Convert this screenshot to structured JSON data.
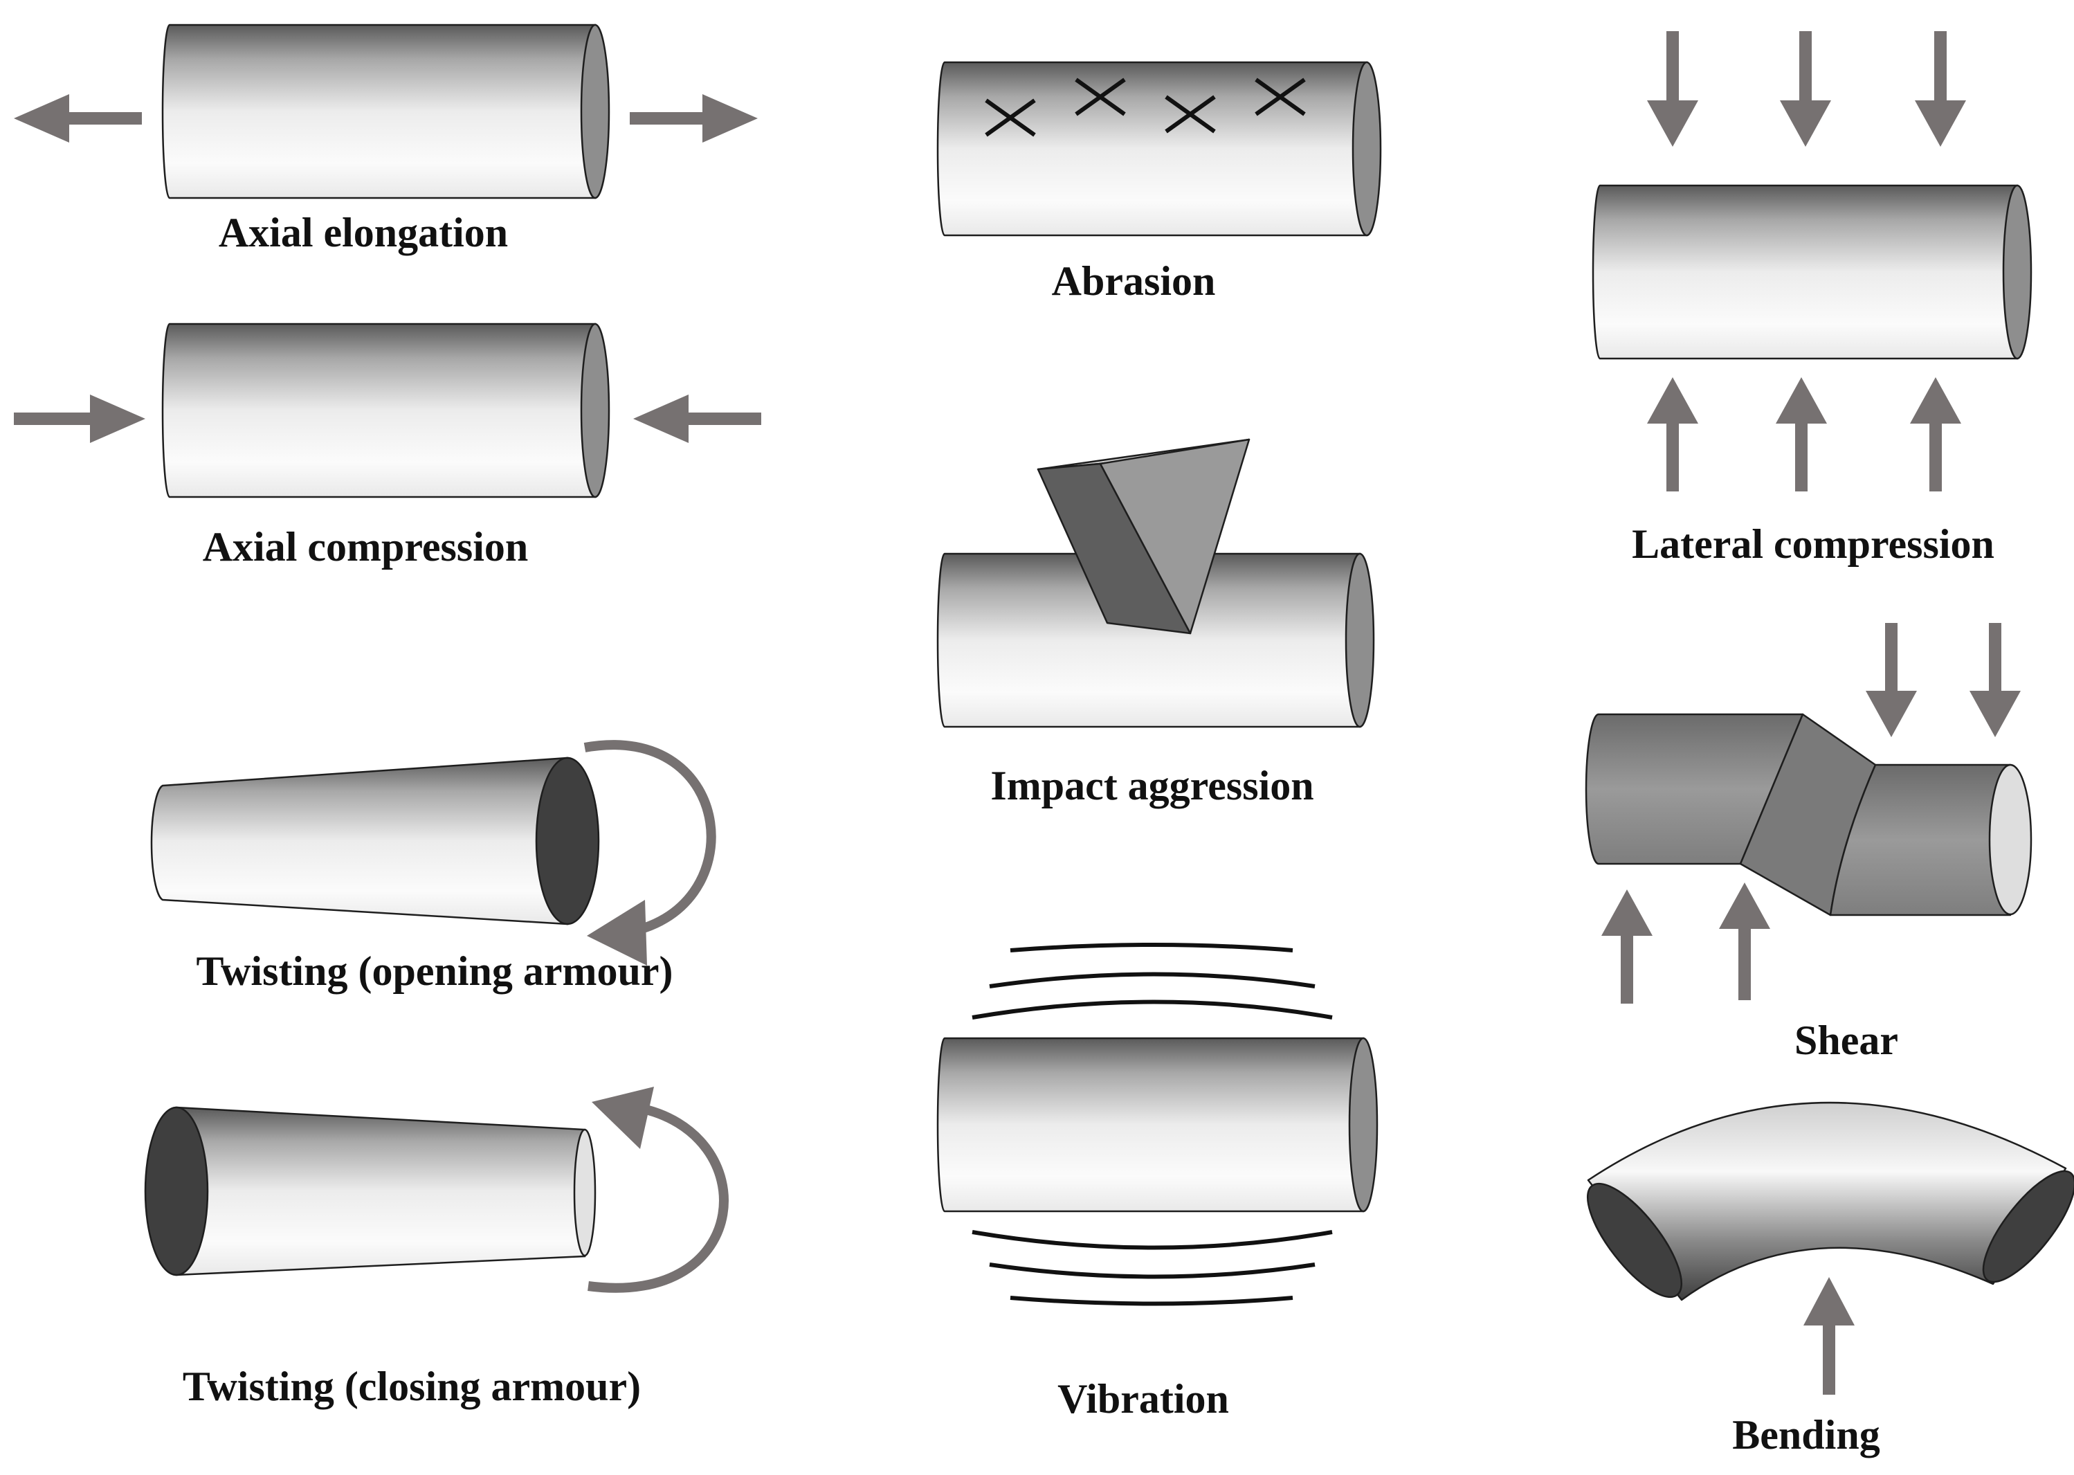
{
  "labels": {
    "axial_elongation": "Axial elongation",
    "axial_compression": "Axial compression",
    "twisting_opening": "Twisting (opening armour)",
    "twisting_closing": "Twisting (closing armour)",
    "abrasion": "Abrasion",
    "impact_aggression": "Impact aggression",
    "vibration": "Vibration",
    "lateral_compression": "Lateral compression",
    "shear": "Shear",
    "bending": "Bending"
  },
  "colors": {
    "arrow": "#767171",
    "cylinder_dark": "#5a5a5a",
    "cylinder_light": "#fbfbfb",
    "end_cap": "#8e8e8e",
    "dark_end": "#3f3f3f",
    "outline": "#1e1e1e",
    "text": "#111111"
  },
  "icons": {
    "arrow": "arrow-icon",
    "curved_arrow": "curved-arrow-icon",
    "abrasion_mark": "x-mark-icon",
    "wedge": "wedge-icon"
  }
}
